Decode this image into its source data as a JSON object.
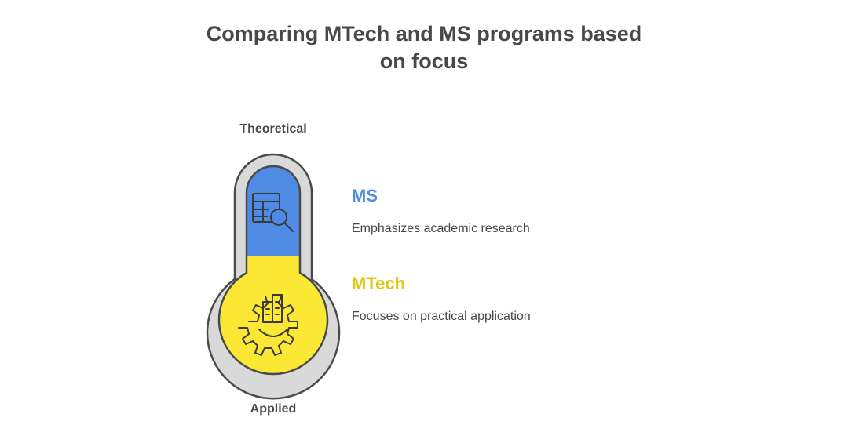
{
  "title": {
    "line1": "Comparing MTech and MS programs based",
    "line2": "on focus"
  },
  "scale": {
    "top_label": "Theoretical",
    "bottom_label": "Applied"
  },
  "items": [
    {
      "title": "MS",
      "description": "Emphasizes academic research",
      "color": "#4f8ae4",
      "icon": "table-search-icon"
    },
    {
      "title": "MTech",
      "description": "Focuses on practical application",
      "color": "#e2c712",
      "icon": "gear-building-icon"
    }
  ],
  "colors": {
    "outline": "#4a4a4a",
    "bezel": "#d9d9d9",
    "blue_fill": "#4f8ae4",
    "yellow_fill": "#fbe834",
    "text": "#484848"
  }
}
